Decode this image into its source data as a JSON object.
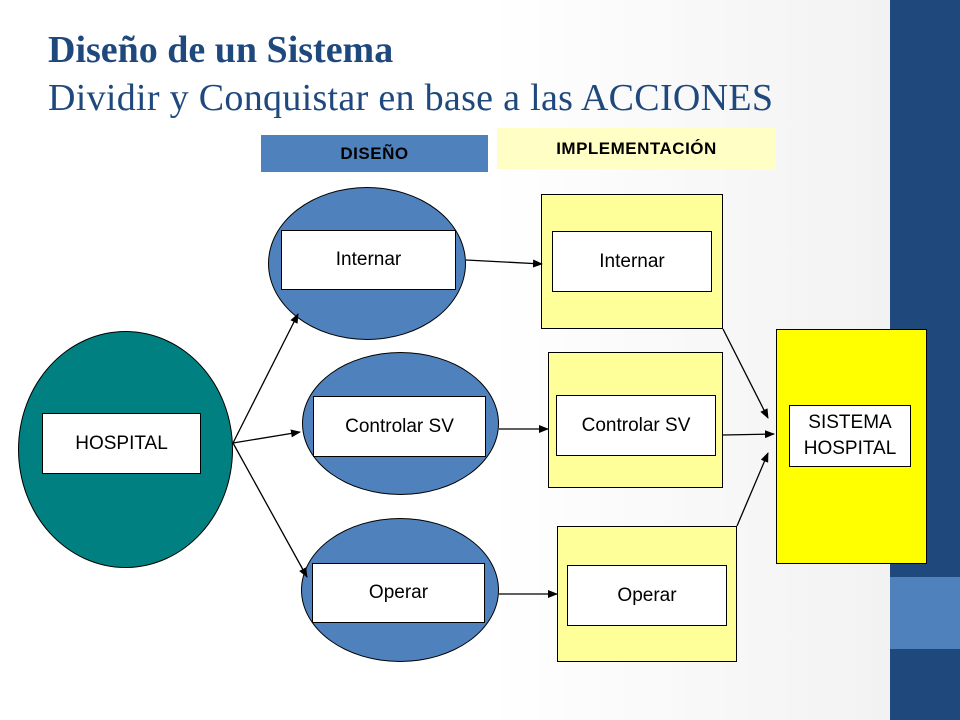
{
  "title": {
    "line1": "Diseño de un Sistema",
    "line2": "Dividir y Conquistar en base a las ACCIONES"
  },
  "headers": {
    "design": "DISEÑO",
    "implementation": "IMPLEMENTACIÓN"
  },
  "nodes": {
    "hospital": "HOSPITAL",
    "design_internar": "Internar",
    "design_controlar": "Controlar SV",
    "design_operar": "Operar",
    "impl_internar": "Internar",
    "impl_controlar": "Controlar SV",
    "impl_operar": "Operar",
    "sistema_line1": "SISTEMA",
    "sistema_line2": "HOSPITAL"
  },
  "colors": {
    "title": "#1f497d",
    "design_fill": "#4f81bd",
    "hospital_fill": "#008080",
    "impl_fill": "#ffff99",
    "sistema_fill": "#ffff00",
    "impl_header_fill": "#ffffc5"
  }
}
